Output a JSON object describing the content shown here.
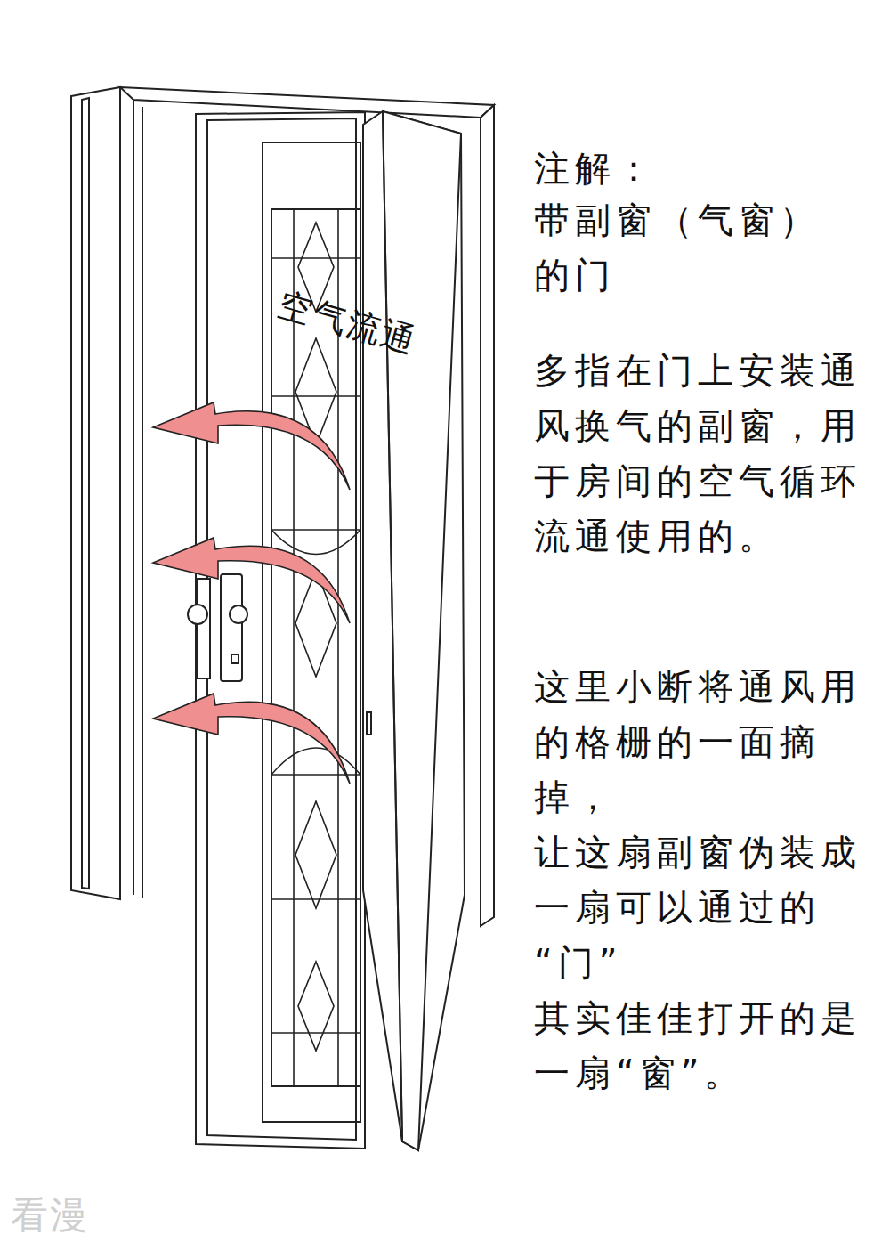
{
  "diagram": {
    "title": "注解：",
    "labels": [
      "带副窗（气窗）的门",
      "多指在门上安装通风换气的副窗，用于房间的空气循环流通使用的。",
      "这里小断将通风用的格栅的一面摘掉，",
      "让这扇副窗伪装成一扇可以通过的“门”",
      "其实佳佳打开的是一扇“窗”。",
      "空气流通",
      "看漫"
    ]
  }
}
